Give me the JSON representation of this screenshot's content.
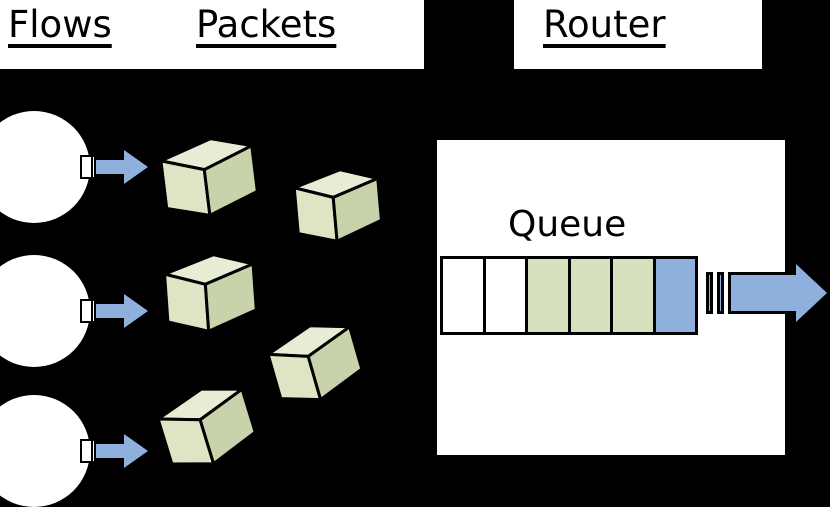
{
  "diagram": {
    "title": "Flows, Packets and Router Queue Diagram",
    "background_color": "#000000"
  },
  "headers": [
    {
      "label": "Flows",
      "underlined": true,
      "band": "left"
    },
    {
      "label": "Packets",
      "underlined": true,
      "band": "left"
    },
    {
      "label": "Router",
      "underlined": true,
      "band": "right"
    }
  ],
  "flows": {
    "count": 3,
    "shape": "circle",
    "fill": "#ffffff",
    "items": [
      {
        "name": "flow-1"
      },
      {
        "name": "flow-2"
      },
      {
        "name": "flow-3"
      }
    ],
    "arrow_color": "#8fb0dc"
  },
  "packets": {
    "count": 5,
    "shape": "cube",
    "face_color": "#dde5c4",
    "top_color": "#e7edd4",
    "side_color": "#c8d2ab",
    "edge_color": "#000000",
    "items": [
      {
        "name": "packet-1"
      },
      {
        "name": "packet-2"
      },
      {
        "name": "packet-3"
      },
      {
        "name": "packet-4"
      },
      {
        "name": "packet-5"
      }
    ]
  },
  "router": {
    "label": "Router",
    "box_fill": "#ffffff",
    "queue": {
      "label": "Queue",
      "capacity": 6,
      "occupied": 4,
      "empty": 2,
      "cells": [
        {
          "index": 1,
          "state": "empty",
          "color": "#ffffff"
        },
        {
          "index": 2,
          "state": "empty",
          "color": "#ffffff"
        },
        {
          "index": 3,
          "state": "packet",
          "color": "#d6e0bd"
        },
        {
          "index": 4,
          "state": "packet",
          "color": "#d6e0bd"
        },
        {
          "index": 5,
          "state": "packet",
          "color": "#d6e0bd"
        },
        {
          "index": 6,
          "state": "departing",
          "color": "#8fb0dc"
        }
      ]
    },
    "output_arrow": {
      "name": "queue-output-arrow",
      "color": "#8fb0dc",
      "tick_marks": 2
    }
  },
  "colors": {
    "background": "#000000",
    "panel": "#ffffff",
    "packet_green": "#d6e0bd",
    "flow_blue": "#8fb0dc",
    "outline": "#000000"
  }
}
